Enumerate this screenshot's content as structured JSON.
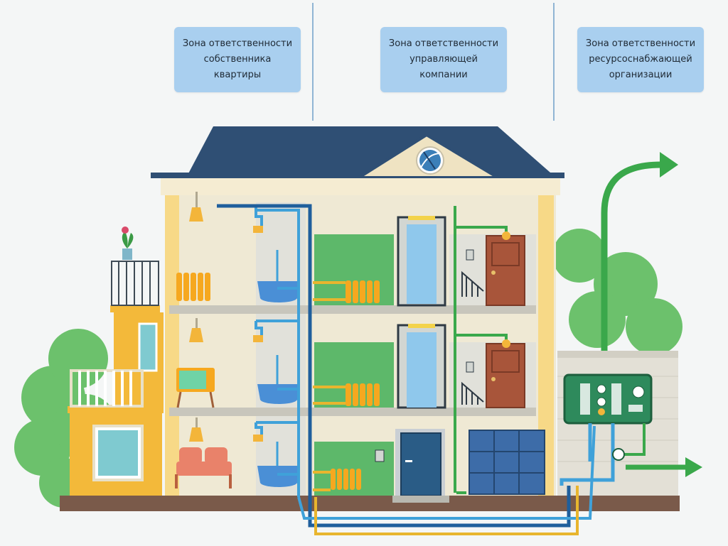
{
  "zones": {
    "owner": {
      "label": "Зона ответственности собственника квартиры"
    },
    "management": {
      "label": "Зона ответственности управляющей компании"
    },
    "supplier": {
      "label": "Зона ответственности ресурсоснабжающей организации"
    }
  },
  "icons": [
    "logo-icon",
    "lamp-icon",
    "shower-icon",
    "bathtub-icon",
    "radiator-icon",
    "tv-icon",
    "sofa-icon",
    "door-icon",
    "elevator-icon",
    "mailbox-icon",
    "meter-panel-icon",
    "plant-icon",
    "arrow-icon"
  ],
  "colors": {
    "roof": "#2f4f74",
    "wall": "#efe9d4",
    "green_wall": "#5db86a",
    "blue_pipe": "#1f5f9c",
    "light_pipe": "#3fa1d9",
    "green_pipe": "#3aa84b",
    "yellow_pipe": "#e8b52e",
    "label_bg": "#a9cfef"
  }
}
